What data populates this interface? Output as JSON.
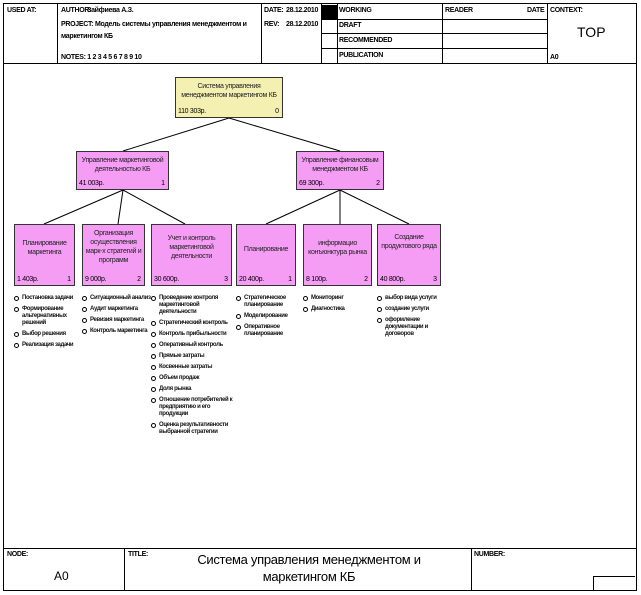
{
  "header": {
    "used_at_label": "USED AT:",
    "author_label": "AUTHOR:",
    "author_value": "Зайфиева А.З.",
    "project_label": "PROJECT:",
    "project_value_line1": "Модель системы управления менеджментом и",
    "project_value_line2": "маркетингом КБ",
    "notes": "NOTES: 1 2 3 4 5 6 7 8 9 10",
    "date_label": "DATE:",
    "date_value": "28.12.2010",
    "rev_label": "REV:",
    "rev_value": "28.12.2010",
    "status": [
      "WORKING",
      "DRAFT",
      "RECOMMENDED",
      "PUBLICATION"
    ],
    "reader_label": "READER",
    "reader_date_label": "DATE",
    "context_label": "CONTEXT:",
    "context_value": "TOP",
    "context_node": "A0"
  },
  "footer": {
    "node_label": "NODE:",
    "node_value": "A0",
    "title_label": "TITLE:",
    "title_line1": "Система управления менеджментом и",
    "title_line2": "маркетингом КБ",
    "number_label": "NUMBER:"
  },
  "diagram": {
    "root": {
      "title": "Система управления менеджментом маркетингом КБ",
      "cost": "110 303р.",
      "num": "0"
    },
    "level1": [
      {
        "title": "Управление маркетинговой деятельностью КБ",
        "cost": "41 003р.",
        "num": "1"
      },
      {
        "title": "Управление финансовым менеджментом КБ",
        "cost": "69 300р.",
        "num": "2"
      }
    ],
    "level2": [
      {
        "title": "Планирование маркетинга",
        "cost": "1 403р.",
        "num": "1",
        "items": [
          "Постановка задачи",
          "Формирование альтернативных решений",
          "Выбор решения",
          "Реализация задачи"
        ]
      },
      {
        "title": "Организация осуществления марк-х стратегий и программ",
        "cost": "9 000р.",
        "num": "2",
        "items": [
          "Ситуационный анализ",
          "Аудит маркетинга",
          "Ревизия маркетинга",
          "Контроль маркетинга"
        ]
      },
      {
        "title": "Учет и контроль маркетинговой деятельности",
        "cost": "30 600р.",
        "num": "3",
        "items": [
          "Проведение контроля маркетинговой деятельности",
          "Стратегический контроль",
          "Контроль прибыльности",
          "Оперативный контроль",
          "Прямые затраты",
          "Косвенные затраты",
          "Объем продаж",
          "Доля рынка",
          "Отношение потребителей к предприятию и его продукции",
          "Оценка результативности выбранной стратегии"
        ]
      },
      {
        "title": "Планирование",
        "cost": "20 400р.",
        "num": "1",
        "items": [
          "Стратегическое планирование",
          "Моделирование",
          "Оперативное планирование"
        ]
      },
      {
        "title": "информацио конъюнктура рынка",
        "cost": "8 100р.",
        "num": "2",
        "items": [
          "Мониторинг",
          "Диагностика"
        ]
      },
      {
        "title": "Создание продуктового ряда",
        "cost": "40 800р.",
        "num": "3",
        "items": [
          "выбор вида услуги",
          "создание услуги",
          "оформление документации и договоров"
        ]
      }
    ]
  }
}
